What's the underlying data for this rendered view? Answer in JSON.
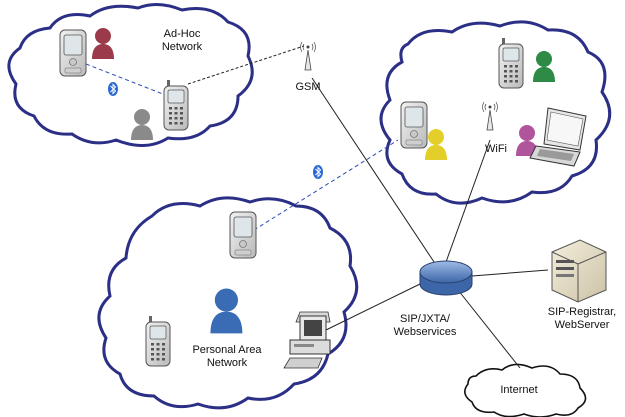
{
  "labels": {
    "adhoc_line1": "Ad-Hoc",
    "adhoc_line2": "Network",
    "gsm": "GSM",
    "wifi": "WiFi",
    "pan_line1": "Personal Area",
    "pan_line2": "Network",
    "sip_line1": "SIP/JXTA/",
    "sip_line2": "Webservices",
    "registrar_line1": "SIP-Registrar,",
    "registrar_line2": "WebServer",
    "internet": "Internet"
  },
  "icons": [
    "phone-icon",
    "user-icon",
    "bluetooth-icon",
    "antenna-icon",
    "laptop-icon",
    "desktop-computer-icon",
    "server-icon",
    "hub-icon",
    "cloud-icon"
  ],
  "colors": {
    "cloud_outline": "#2b2f86",
    "bluetooth_link": "#2c4bb8",
    "gsm_link": "#222222",
    "user_maroon": "#9b3a4a",
    "user_gray": "#8a8a8a",
    "user_green": "#2f8a45",
    "user_yellow": "#e4cf2a",
    "user_pink": "#b0549c",
    "user_blue": "#3a6bb5",
    "hub": "#5f86c2"
  }
}
